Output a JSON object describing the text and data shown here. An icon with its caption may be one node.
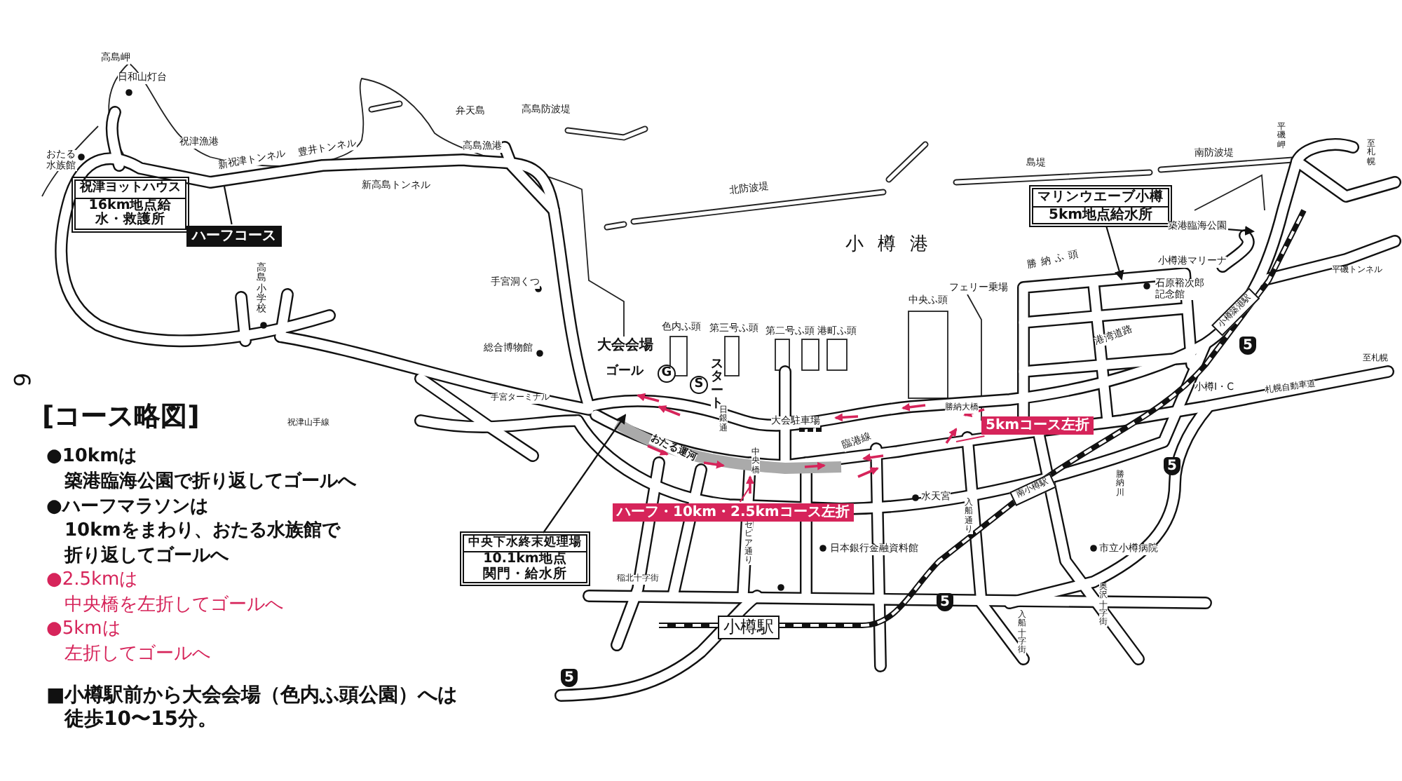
{
  "diagram": {
    "title": "[コース略図]",
    "nodes": [
      {
        "text": [
          "祝津ヨットハウス",
          "16km地点給水・救護所"
        ]
      },
      {
        "text": [
          "ハーフコース"
        ]
      },
      {
        "text": [
          "マリンウエーブ小樽",
          "5km地点給水所"
        ]
      },
      {
        "text": [
          "築港臨海公園"
        ]
      },
      {
        "text": [
          "G"
        ],
        "beside": [
          "ゴール"
        ]
      },
      {
        "text": [
          "S"
        ],
        "beside": [
          "スタート"
        ]
      },
      {
        "text": [
          "中央下水終末処理場",
          "10.1km地点関門・給水所"
        ]
      },
      {
        "text": [
          "ハーフ・10km・2.5kmコース左折"
        ]
      },
      {
        "text": [
          "5kmコース左折"
        ]
      },
      {
        "text": [
          "小樽駅"
        ]
      },
      {
        "text": [
          "南小樽駅"
        ]
      },
      {
        "text": [
          "小樽築港駅"
        ]
      },
      {
        "text": [
          "5"
        ]
      },
      {
        "text": [
          "5"
        ]
      },
      {
        "text": [
          "5"
        ]
      },
      {
        "text": [
          "5"
        ]
      }
    ],
    "edges": [
      {
        "from": 1,
        "to": null,
        "arrow": "none"
      },
      {
        "from": 2,
        "to": null,
        "arrow": "to"
      },
      {
        "from": 3,
        "to": null,
        "arrow": "to"
      },
      {
        "from": 6,
        "to": null,
        "arrow": "to"
      },
      {
        "from": 7,
        "to": null,
        "arrow": "none",
        "color": "#d6245a"
      },
      {
        "from": 8,
        "to": null,
        "arrow": "none",
        "color": "#d6245a"
      }
    ],
    "labels": [
      "高島岬",
      "日和山灯台",
      "おたる水族館",
      "祝津漁港",
      "新祝津トンネル",
      "豊井トンネル",
      "新高島トンネル",
      "弁天島",
      "高島防波堤",
      "高島漁港",
      "高島小学校",
      "手宮洞くつ",
      "総合博物館",
      "祝津山手線",
      "手宮ターミナル",
      "北防波堤",
      "島堤",
      "南防波堤",
      "平磯岬",
      "至札幌",
      "小樽港",
      "勝納ふ頭",
      "フェリー乗場",
      "中央ふ頭",
      "色内ふ頭",
      "第三号ふ頭",
      "第二号ふ頭",
      "港町ふ頭",
      "大会会場",
      "小樽港マリーナ",
      "石原裕次郎記念館",
      "平磯トンネル",
      "港湾道路",
      "至札幌",
      "小樽I・C",
      "札幌自動車道",
      "勝納大橋",
      "おたる運河",
      "日銀通",
      "大会駐車場",
      "中央橋",
      "臨港線",
      "水天宮",
      "入船通り",
      "セピア通り",
      "日本銀行金融資料館",
      "稲北十字街",
      "勝納川",
      "市立小樽病院",
      "入船十字街",
      "奥沢十字街",
      "6",
      "●10kmは",
      "築港臨海公園で折り返してゴールへ",
      "●ハーフマラソンは",
      "10kmをまわり、おたる水族館で",
      "折り返してゴールへ",
      "●2.5kmは",
      "中央橋を左折してゴールへ",
      "●5kmは",
      "左折してゴールへ",
      "■小樽駅前から大会会場（色内ふ頭公園）へは",
      "徒歩10〜15分。"
    ]
  }
}
